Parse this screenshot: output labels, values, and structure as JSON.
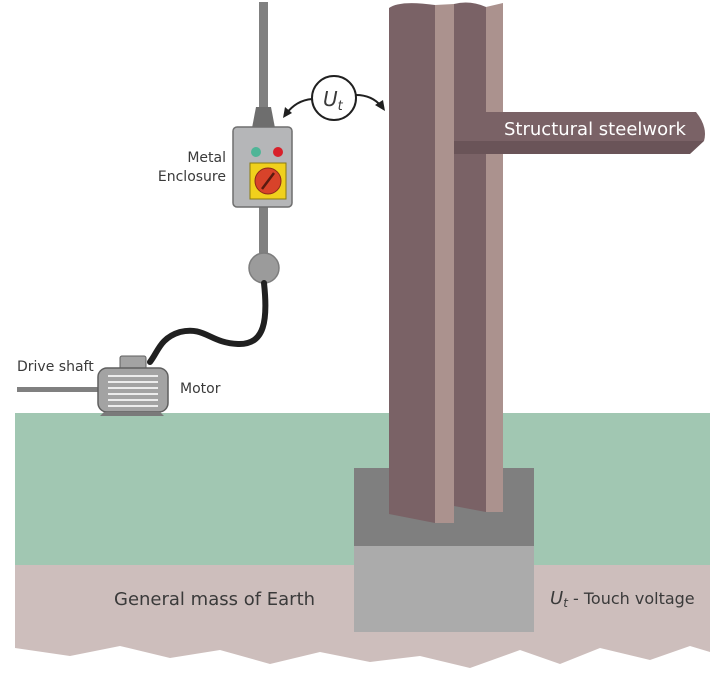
{
  "labels": {
    "structural_steelwork": "Structural steelwork",
    "metal_enclosure_line1": "Metal",
    "metal_enclosure_line2": "Enclosure",
    "drive_shaft": "Drive shaft",
    "motor": "Motor",
    "earth": "General mass of Earth",
    "touch_voltage_symbol": "U",
    "touch_voltage_subscript": "t",
    "touch_voltage_legend": " - Touch voltage"
  },
  "colors": {
    "steel_dark": "#7a6266",
    "steel_light": "#ab928e",
    "ground_green": "#a1c7b2",
    "earth_pink": "#cdbebc",
    "foundation_dark": "#7f7f7f",
    "foundation_light": "#ababab",
    "enclosure": "#b5b6b8",
    "switch_yellow": "#f0d01c",
    "switch_red": "#d8432a",
    "indicator_green": "#4fb597",
    "indicator_red": "#d8202a",
    "cable": "#202020",
    "conduit": "#808080"
  }
}
